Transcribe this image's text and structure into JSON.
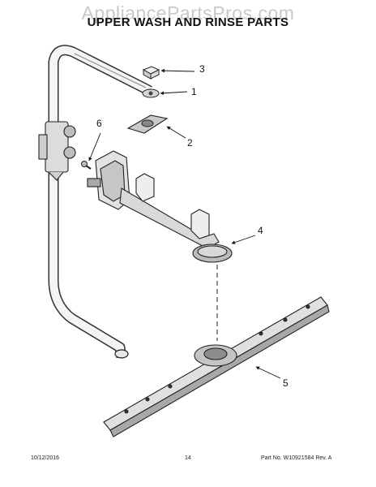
{
  "watermark": "AppliancePartsPros.com",
  "title": "UPPER WASH AND RINSE PARTS",
  "callouts": [
    {
      "label": "3"
    },
    {
      "label": "1"
    },
    {
      "label": "2"
    },
    {
      "label": "6"
    },
    {
      "label": "4"
    },
    {
      "label": "5"
    }
  ],
  "footer": {
    "date": "10/12/2016",
    "page": "14",
    "part": "Part No. W10921584  Rev. A"
  }
}
